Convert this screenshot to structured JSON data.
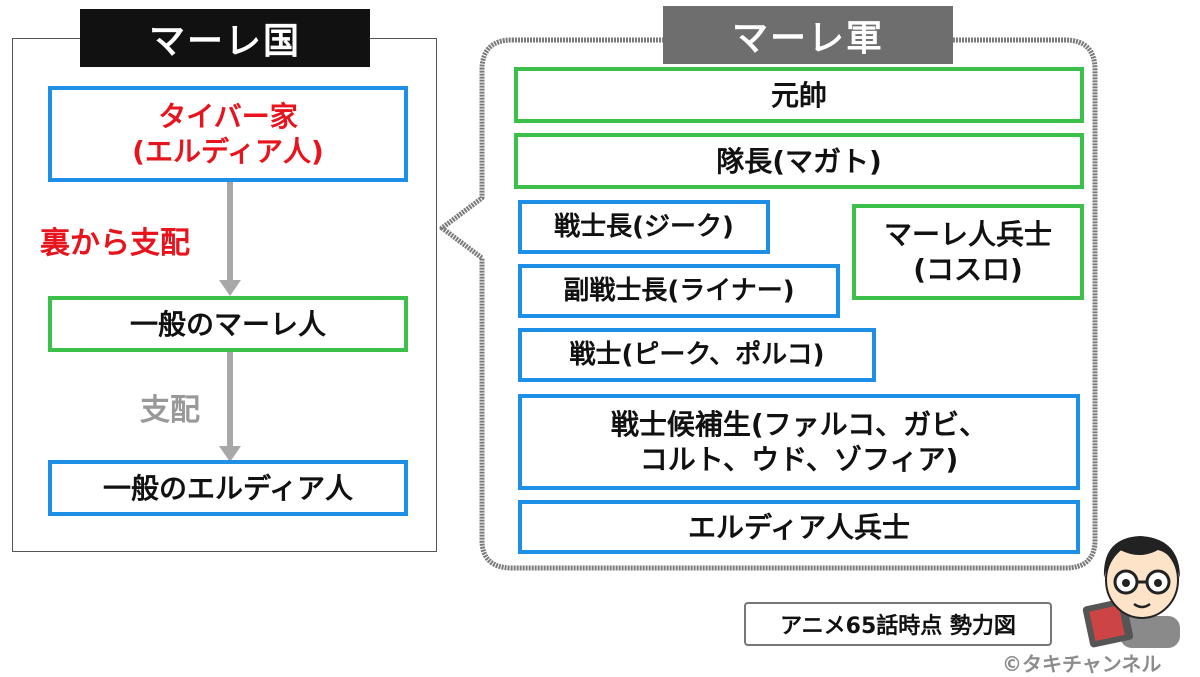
{
  "left": {
    "title": "マーレ国",
    "tybur": "タイバー家\n(エルディア人)",
    "rule_behind": "裏から支配",
    "general_marleyan": "一般のマーレ人",
    "rule": "支配",
    "general_eldian": "一般のエルディア人"
  },
  "right": {
    "title": "マーレ軍",
    "marshal": "元帥",
    "captain": "隊長(マガト)",
    "warrior_chief": "戦士長(ジーク)",
    "vice_warrior_chief": "副戦士長(ライナー)",
    "warriors": "戦士(ピーク、ポルコ)",
    "candidates": "戦士候補生(ファルコ、ガビ、\nコルト、ウド、ゾフィア)",
    "eldian_soldiers": "エルディア人兵士",
    "marleyan_soldier": "マーレ人兵士\n(コスロ)"
  },
  "caption": "アニメ65話時点 勢力図",
  "credit": "©タキチャンネル",
  "colors": {
    "blue_border": "#1e8fe6",
    "green_border": "#3bc14a",
    "red_text": "#e8141d",
    "arrow_gray": "#a8a8a8",
    "bubble_border": "#7a7a7a"
  }
}
